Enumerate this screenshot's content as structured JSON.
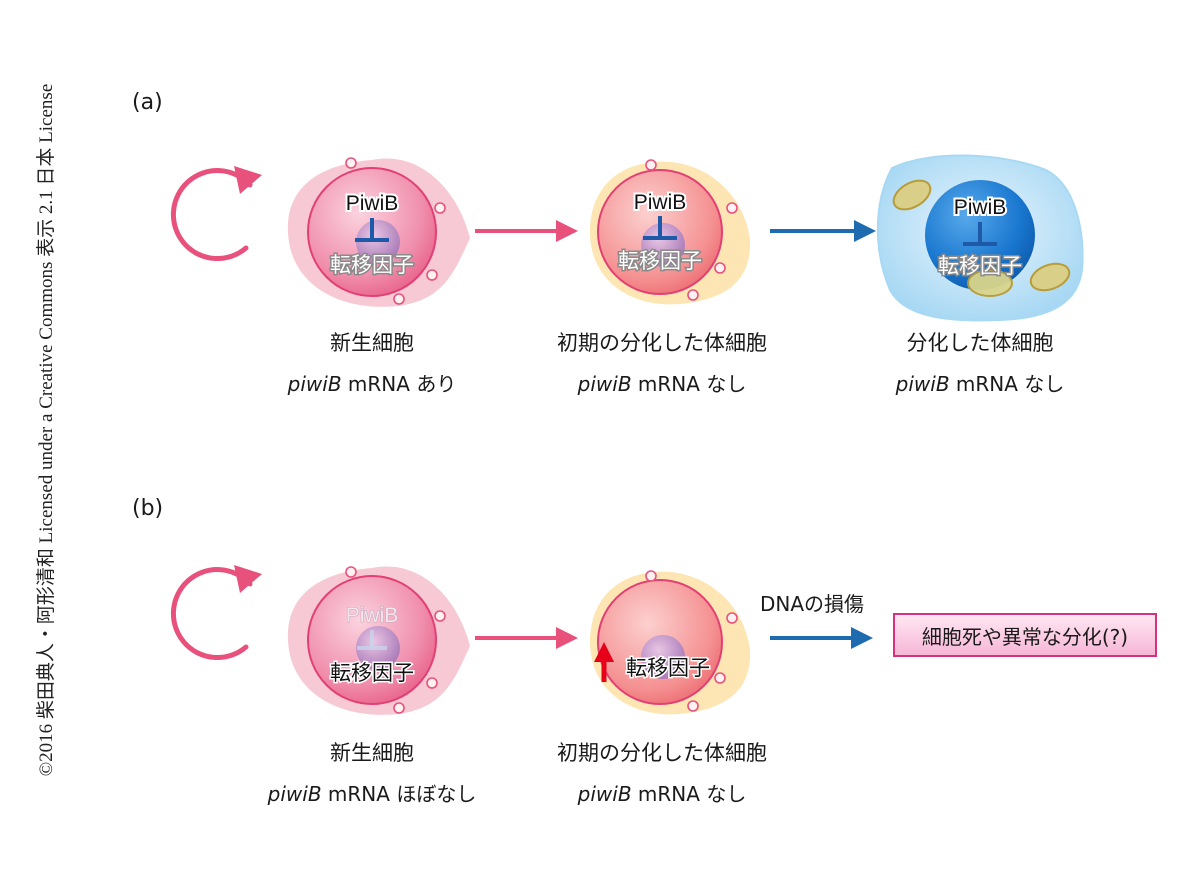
{
  "credit": "©2016 柴田典人・阿形清和 Licensed under a Creative Commons 表示 2.1 日本 License",
  "panel_a": {
    "label": "(a)",
    "cells": [
      {
        "protein": "PiwiB",
        "target": "転移因子",
        "name": "新生細胞",
        "gene": "piwiB",
        "mrna": "mRNA",
        "status": "あり"
      },
      {
        "protein": "PiwiB",
        "target": "転移因子",
        "name": "初期の分化した体細胞",
        "gene": "piwiB",
        "mrna": "mRNA",
        "status": "なし"
      },
      {
        "protein": "PiwiB",
        "target": "転移因子",
        "name": "分化した体細胞",
        "gene": "piwiB",
        "mrna": "mRNA",
        "status": "なし"
      }
    ]
  },
  "panel_b": {
    "label": "(b)",
    "cells": [
      {
        "protein": "PiwiB",
        "target": "転移因子",
        "name": "新生細胞",
        "gene": "piwiB",
        "mrna": "mRNA",
        "status": "ほぼなし"
      },
      {
        "target": "転移因子",
        "name": "初期の分化した体細胞",
        "gene": "piwiB",
        "mrna": "mRNA",
        "status": "なし"
      }
    ],
    "arrow_label": "DNAの損傷",
    "result": "細胞死や異常な分化(?)"
  },
  "colors": {
    "pink_arrow": "#e8517c",
    "blue_arrow": "#1e6bb0",
    "red_arrow": "#e6001a",
    "inhibit_bar": "#1f5aa8"
  }
}
